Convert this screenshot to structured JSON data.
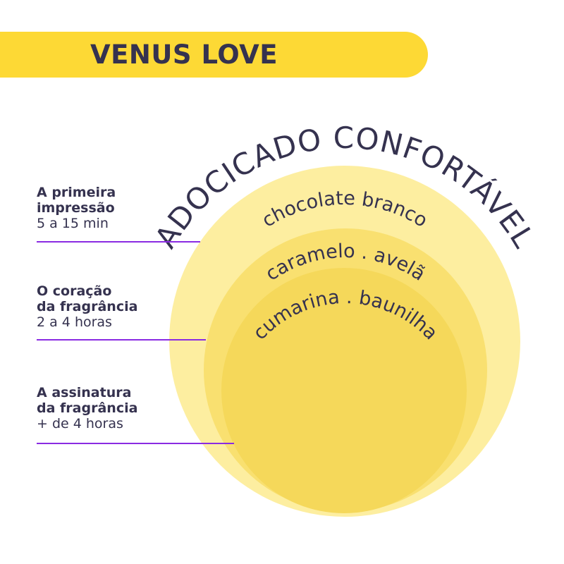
{
  "title": "VENUS LOVE",
  "family": "ADOCICADO CONFORTÁVEL",
  "stages": [
    {
      "title_line1": "A primeira",
      "title_line2": "impressão",
      "duration": "5 a 15 min",
      "notes": "chocolate branco"
    },
    {
      "title_line1": "O coração",
      "title_line2": "da fragrância",
      "duration": "2 a 4 horas",
      "notes": "caramelo . avelã"
    },
    {
      "title_line1": "A assinatura",
      "title_line2": "da fragrância",
      "duration": "+ de 4 horas",
      "notes": "cumarina . baunilha"
    }
  ],
  "colors": {
    "banner": "#fdd935",
    "text": "#35324f",
    "line": "#8a2be2",
    "outer": "#fdeea0",
    "middle": "#f9e070",
    "inner": "#f5d85a"
  }
}
